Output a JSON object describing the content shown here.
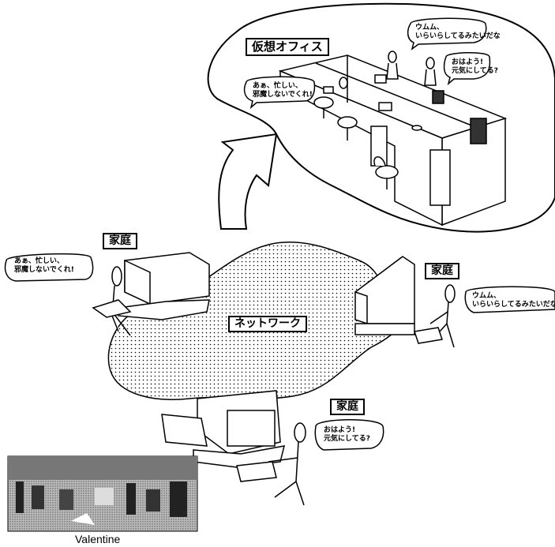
{
  "virtual_office": {
    "title": "仮想オフィス",
    "bubbles": {
      "top_right": "ウムム、\nいらいらしてるみたいだな",
      "middle_right": "おはよう!\n元気にしてる?",
      "left": "あぁ、忙しい、\n邪魔しないでくれ!"
    }
  },
  "homes": {
    "left": {
      "label": "家庭",
      "bubble": "あぁ、忙しい、\n邪魔しないでくれ!"
    },
    "right": {
      "label": "家庭",
      "bubble": "ウムム、\nいらいらしてるみたいだな"
    },
    "bottom": {
      "label": "家庭",
      "bubble": "おはよう!\n元気にしてる?"
    }
  },
  "network": {
    "label": "ネットワーク"
  },
  "thumbnail": {
    "caption": "Valentine"
  }
}
